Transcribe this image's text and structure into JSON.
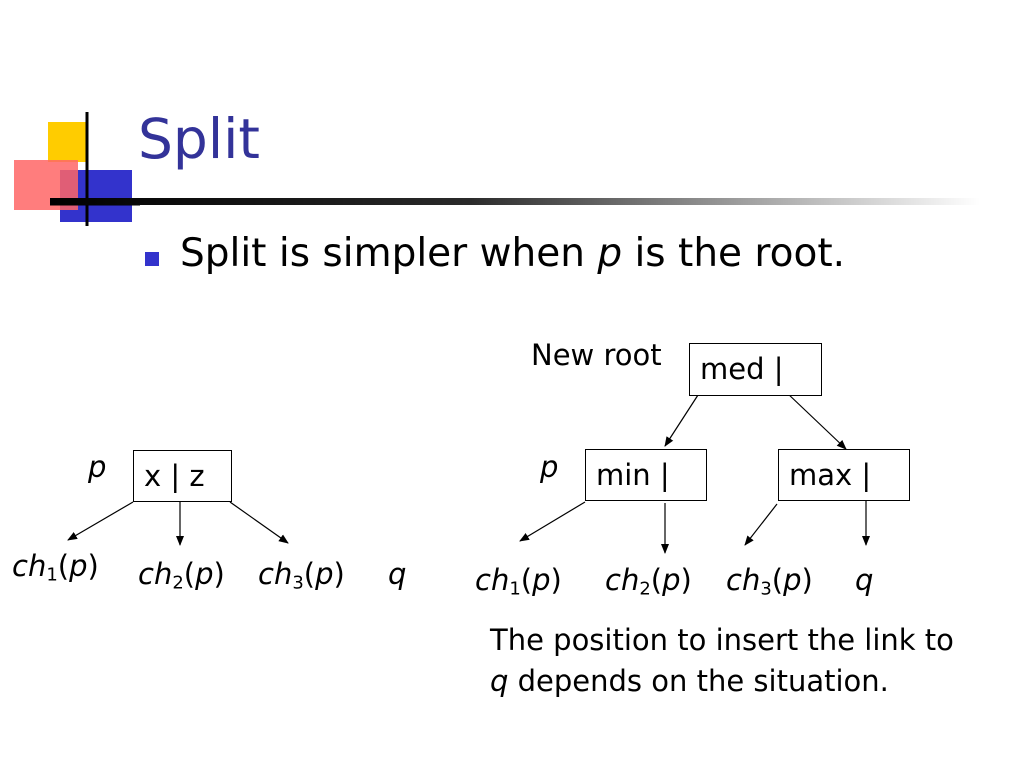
{
  "slide": {
    "title": "Split",
    "bullet": {
      "before": "Split is simpler when ",
      "var": "p",
      "after": " is the root."
    }
  },
  "left_tree": {
    "node_label": "p",
    "node_text": "x | z",
    "children": [
      {
        "name": "ch",
        "sub": "1",
        "arg": "p"
      },
      {
        "name": "ch",
        "sub": "2",
        "arg": "p"
      },
      {
        "name": "ch",
        "sub": "3",
        "arg": "p"
      }
    ],
    "extra": "q"
  },
  "right_tree": {
    "root_label": "New root",
    "root_text": "med |",
    "left_label": "p",
    "left_text": "min |",
    "right_text": "max |",
    "children": [
      {
        "name": "ch",
        "sub": "1",
        "arg": "p"
      },
      {
        "name": "ch",
        "sub": "2",
        "arg": "p"
      },
      {
        "name": "ch",
        "sub": "3",
        "arg": "p"
      }
    ],
    "extra": "q"
  },
  "note": {
    "line1": "The position to insert the link to",
    "line2_var": "q",
    "line2_rest": " depends on the situation."
  }
}
